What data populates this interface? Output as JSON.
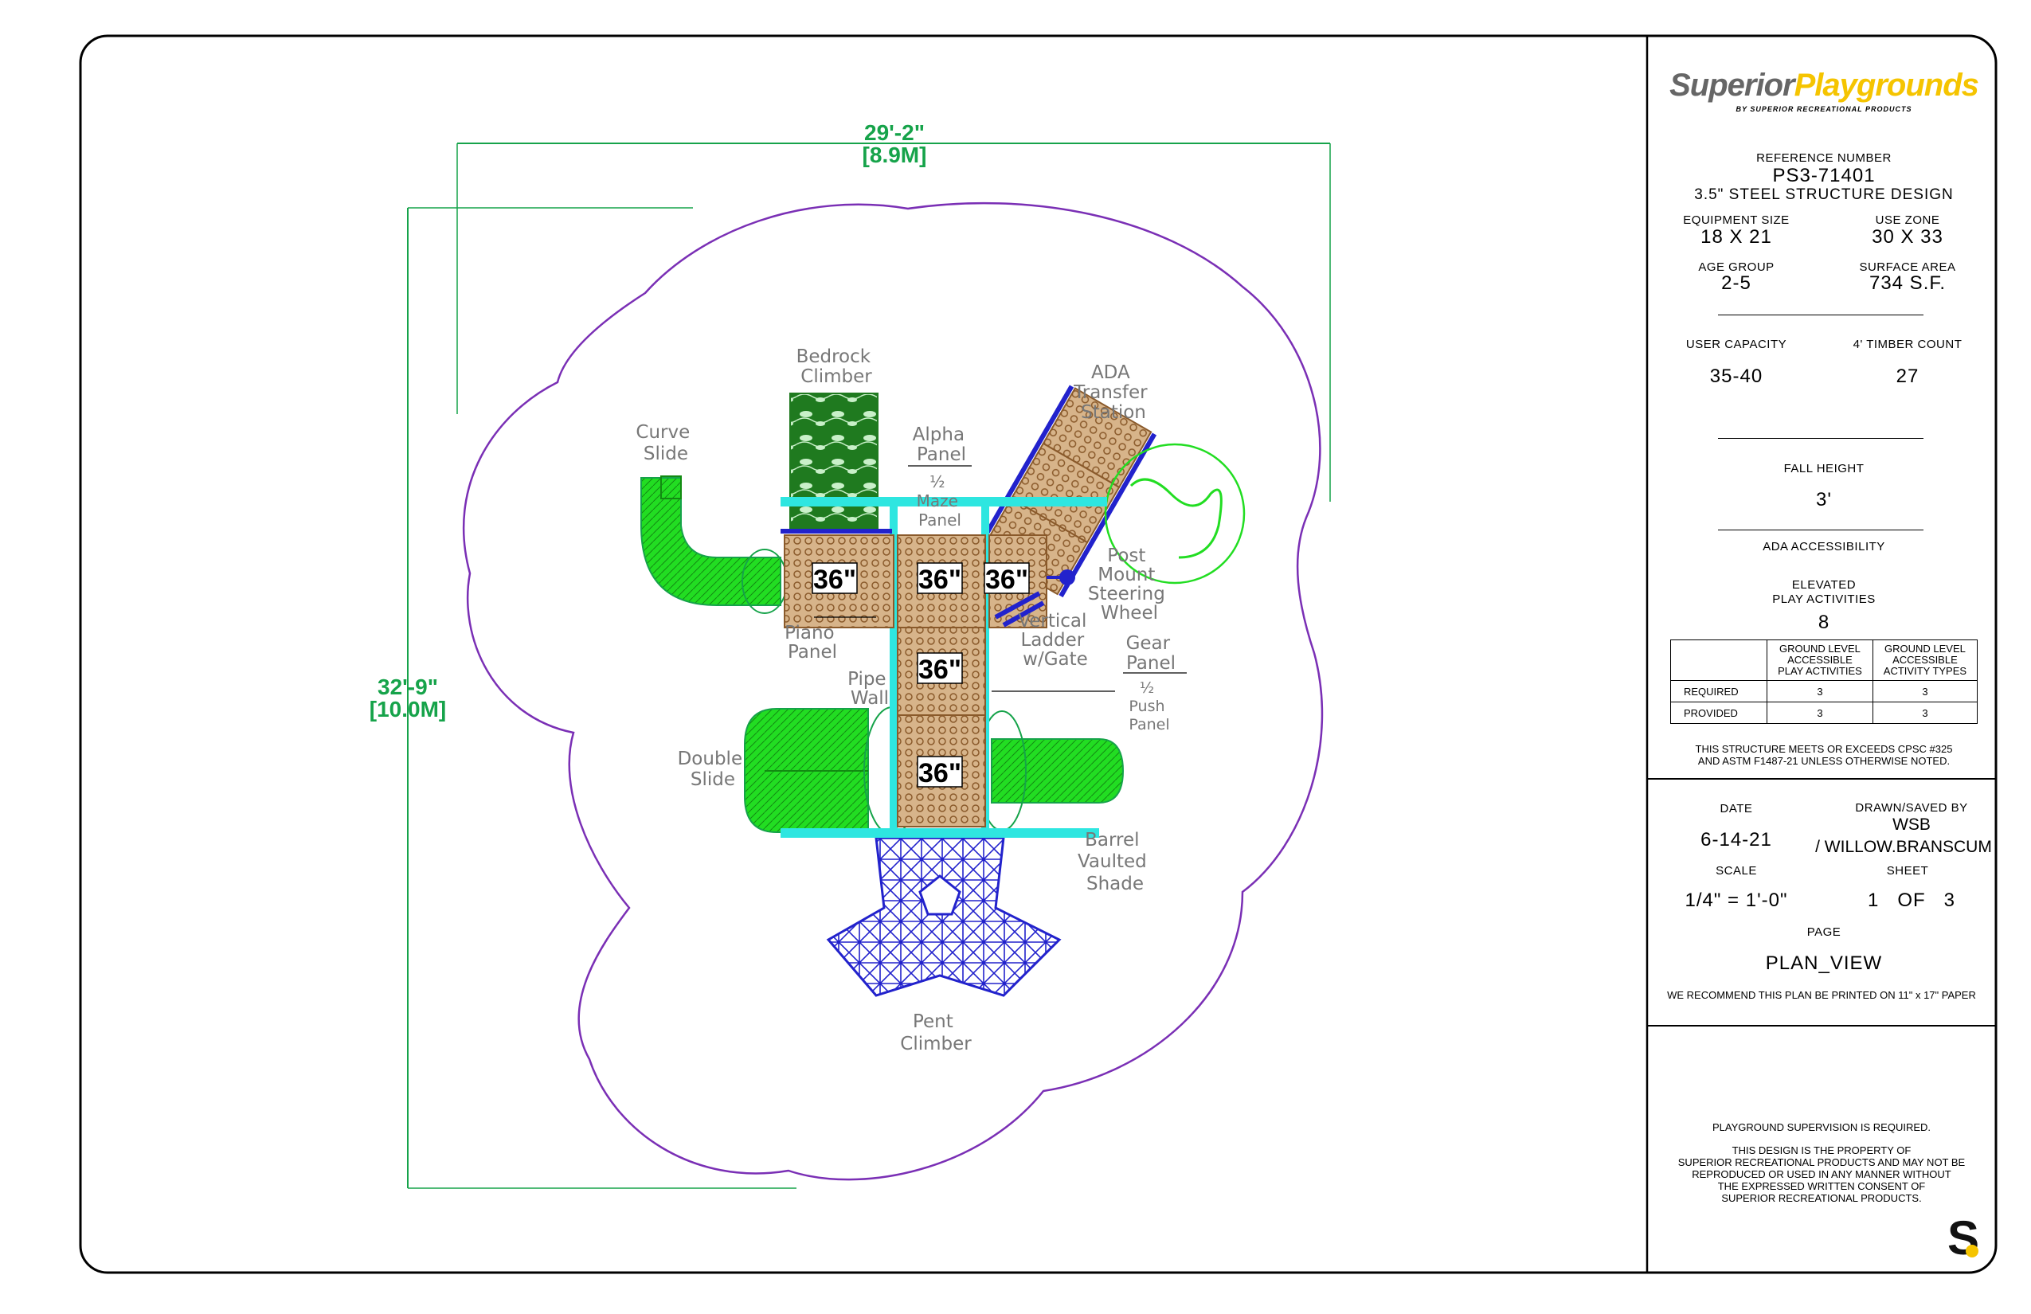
{
  "brand": {
    "logo_text_a": "Superior",
    "logo_text_b": "Playgrounds",
    "logo_sub": "BY SUPERIOR RECREATIONAL PRODUCTS",
    "corner_mark": "S"
  },
  "colors": {
    "slide_green": "#22dd22",
    "frame_cyan": "#2ee6e0",
    "climber_blue": "#2222cc",
    "use_zone_purple": "#7a2fb5",
    "dimension_green": "#16a34a",
    "deck_tan": "#d7b48a",
    "bedrock_green": "#1f7a1f",
    "logo_yellow": "#f5c400"
  },
  "dimensions": {
    "width_ft": "29'-2\"",
    "width_m": "[8.9M]",
    "depth_ft": "32'-9\"",
    "depth_m": "[10.0M]"
  },
  "components": {
    "bedrock_climber": [
      "Bedrock",
      "Climber"
    ],
    "curve_slide": [
      "Curve",
      "Slide"
    ],
    "alpha_panel": [
      "Alpha",
      "Panel"
    ],
    "maze_panel": [
      "½",
      "Maze",
      "Panel"
    ],
    "ada_transfer": [
      "ADA",
      "Transfer",
      "Station"
    ],
    "post_mount_steering": [
      "Post",
      "Mount",
      "Steering",
      "Wheel"
    ],
    "vertical_ladder": [
      "Vertical",
      "Ladder",
      "w/Gate"
    ],
    "gear_panel": [
      "Gear",
      "Panel"
    ],
    "push_panel": [
      "½",
      "Push",
      "Panel"
    ],
    "piano_panel": [
      "Piano",
      "Panel"
    ],
    "pipe_wall": [
      "Pipe",
      "Wall"
    ],
    "double_slide": [
      "Double",
      "Slide"
    ],
    "barrel_vaulted_shade": [
      "Barrel",
      "Vaulted",
      "Shade"
    ],
    "pent_climber": [
      "Pent",
      "Climber"
    ]
  },
  "deck_heights": [
    "36\"",
    "36\"",
    "36\"",
    "36\"",
    "36\""
  ],
  "title_block": {
    "reference_number_label": "REFERENCE NUMBER",
    "reference_number": "PS3-71401",
    "structure_design": "3.5\" STEEL STRUCTURE DESIGN",
    "equipment_size_label": "EQUIPMENT SIZE",
    "equipment_size": "18 X 21",
    "use_zone_label": "USE ZONE",
    "use_zone": "30 X 33",
    "age_group_label": "AGE GROUP",
    "age_group": "2-5",
    "surface_area_label": "SURFACE AREA",
    "surface_area": "734 S.F.",
    "user_capacity_label": "USER CAPACITY",
    "user_capacity": "35-40",
    "timber_count_label": "4' TIMBER COUNT",
    "timber_count": "27",
    "fall_height_label": "FALL HEIGHT",
    "fall_height": "3'",
    "ada_label": "ADA ACCESSIBILITY",
    "elevated_label_1": "ELEVATED",
    "elevated_label_2": "PLAY ACTIVITIES",
    "elevated_count": "8",
    "ada_table": {
      "col1": [
        "GROUND LEVEL",
        "ACCESSIBLE",
        "PLAY ACTIVITIES"
      ],
      "col2": [
        "GROUND LEVEL",
        "ACCESSIBLE",
        "ACTIVITY TYPES"
      ],
      "rows": [
        {
          "label": "REQUIRED",
          "a": "3",
          "b": "3"
        },
        {
          "label": "PROVIDED",
          "a": "3",
          "b": "3"
        }
      ]
    },
    "cpsc_note_1": "THIS STRUCTURE MEETS OR EXCEEDS CPSC #325",
    "cpsc_note_2": "AND ASTM F1487-21 UNLESS OTHERWISE NOTED.",
    "date_label": "DATE",
    "date": "6-14-21",
    "drawn_label": "DRAWN/SAVED BY",
    "drawn_by_1": "WSB",
    "drawn_by_2": "/ WILLOW.BRANSCUM",
    "scale_label": "SCALE",
    "scale": "1/4\" = 1'-0\"",
    "sheet_label": "SHEET",
    "sheet": "1   OF   3",
    "page_label": "PAGE",
    "page": "PLAN_VIEW",
    "print_note": "WE RECOMMEND THIS PLAN BE PRINTED ON 11\" x 17\" PAPER",
    "supervision": "PLAYGROUND SUPERVISION IS REQUIRED.",
    "property_1": "THIS DESIGN IS THE PROPERTY OF",
    "property_2": "SUPERIOR RECREATIONAL PRODUCTS AND MAY NOT BE",
    "property_3": "REPRODUCED OR USED IN ANY MANNER WITHOUT",
    "property_4": "THE EXPRESSED WRITTEN CONSENT OF",
    "property_5": "SUPERIOR RECREATIONAL PRODUCTS."
  }
}
